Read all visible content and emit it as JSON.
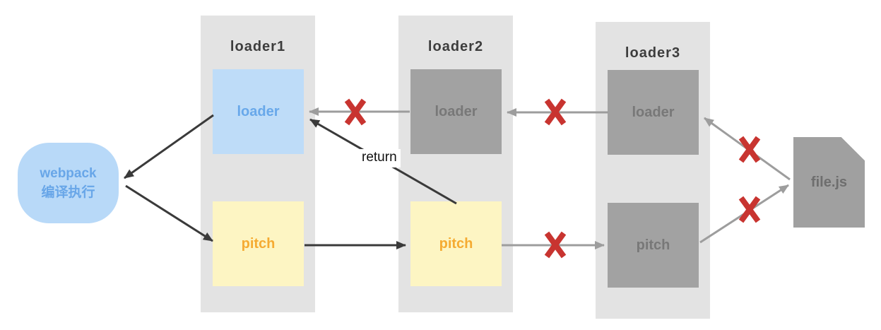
{
  "diagram": {
    "webpack_node": {
      "title_line1": "webpack",
      "title_line2": "编译执行"
    },
    "columns": [
      {
        "title": "loader1",
        "loader_label": "loader",
        "pitch_label": "pitch"
      },
      {
        "title": "loader2",
        "loader_label": "loader",
        "pitch_label": "pitch"
      },
      {
        "title": "loader3",
        "loader_label": "loader",
        "pitch_label": "pitch"
      }
    ],
    "file_node": {
      "label": "file.js"
    },
    "return_arrow_label": "return",
    "colors": {
      "column_bg": "#e3e3e3",
      "loader1_box": "#bedcf8",
      "loader1_text": "#68a8ea",
      "pitch_box": "#fdf5c3",
      "pitch_text": "#f5ab32",
      "gray_box": "#a2a2a2",
      "gray_box_text": "#787878",
      "webpack_bg": "#b8d9f8",
      "webpack_text": "#68a6e8",
      "dark_arrow": "#3a3a3a",
      "gray_arrow": "#9d9d9d",
      "skip_x": "#c83430",
      "file_bg": "#a0a0a0",
      "file_text": "#6e6e6e",
      "title_text": "#3d3d3d"
    }
  }
}
